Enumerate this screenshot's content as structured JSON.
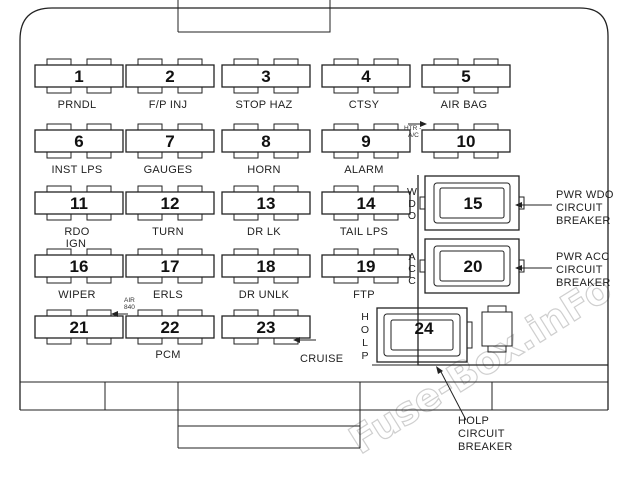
{
  "fuses": [
    {
      "num": "1",
      "label": "PRNDL"
    },
    {
      "num": "2",
      "label": "F/P INJ"
    },
    {
      "num": "3",
      "label": "STOP HAZ"
    },
    {
      "num": "4",
      "label": "CTSY"
    },
    {
      "num": "5",
      "label": "AIR BAG"
    },
    {
      "num": "6",
      "label": "INST LPS"
    },
    {
      "num": "7",
      "label": "GAUGES"
    },
    {
      "num": "8",
      "label": "HORN"
    },
    {
      "num": "9",
      "label": "ALARM"
    },
    {
      "num": "10",
      "label": ""
    },
    {
      "num": "11",
      "label": "RDO"
    },
    {
      "num": "12",
      "label": "TURN"
    },
    {
      "num": "13",
      "label": "DR LK"
    },
    {
      "num": "14",
      "label": "TAIL LPS"
    },
    {
      "num": "16",
      "label": "WIPER"
    },
    {
      "num": "17",
      "label": "ERLS"
    },
    {
      "num": "18",
      "label": "DR UNLK"
    },
    {
      "num": "19",
      "label": "FTP"
    },
    {
      "num": "21",
      "label": ""
    },
    {
      "num": "22",
      "label": "PCM"
    },
    {
      "num": "23",
      "label": ""
    }
  ],
  "small_labels": {
    "htr_a": "HTR -",
    "htr_b": "A/C",
    "ign": "IGN",
    "air_a": "AIR",
    "air_b": "840"
  },
  "cruise": "CRUISE",
  "breakers": [
    {
      "num": "15",
      "side": "WDO",
      "callout": [
        "PWR WDO",
        "CIRCUIT",
        "BREAKER"
      ]
    },
    {
      "num": "20",
      "side": "ACC",
      "callout": [
        "PWR ACC",
        "CIRCUIT",
        "BREAKER"
      ]
    },
    {
      "num": "24",
      "side": "HOLP",
      "callout": [
        "HOLP",
        "CIRCUIT",
        "BREAKER"
      ]
    }
  ],
  "watermark": "Fuse-Box.inFo"
}
